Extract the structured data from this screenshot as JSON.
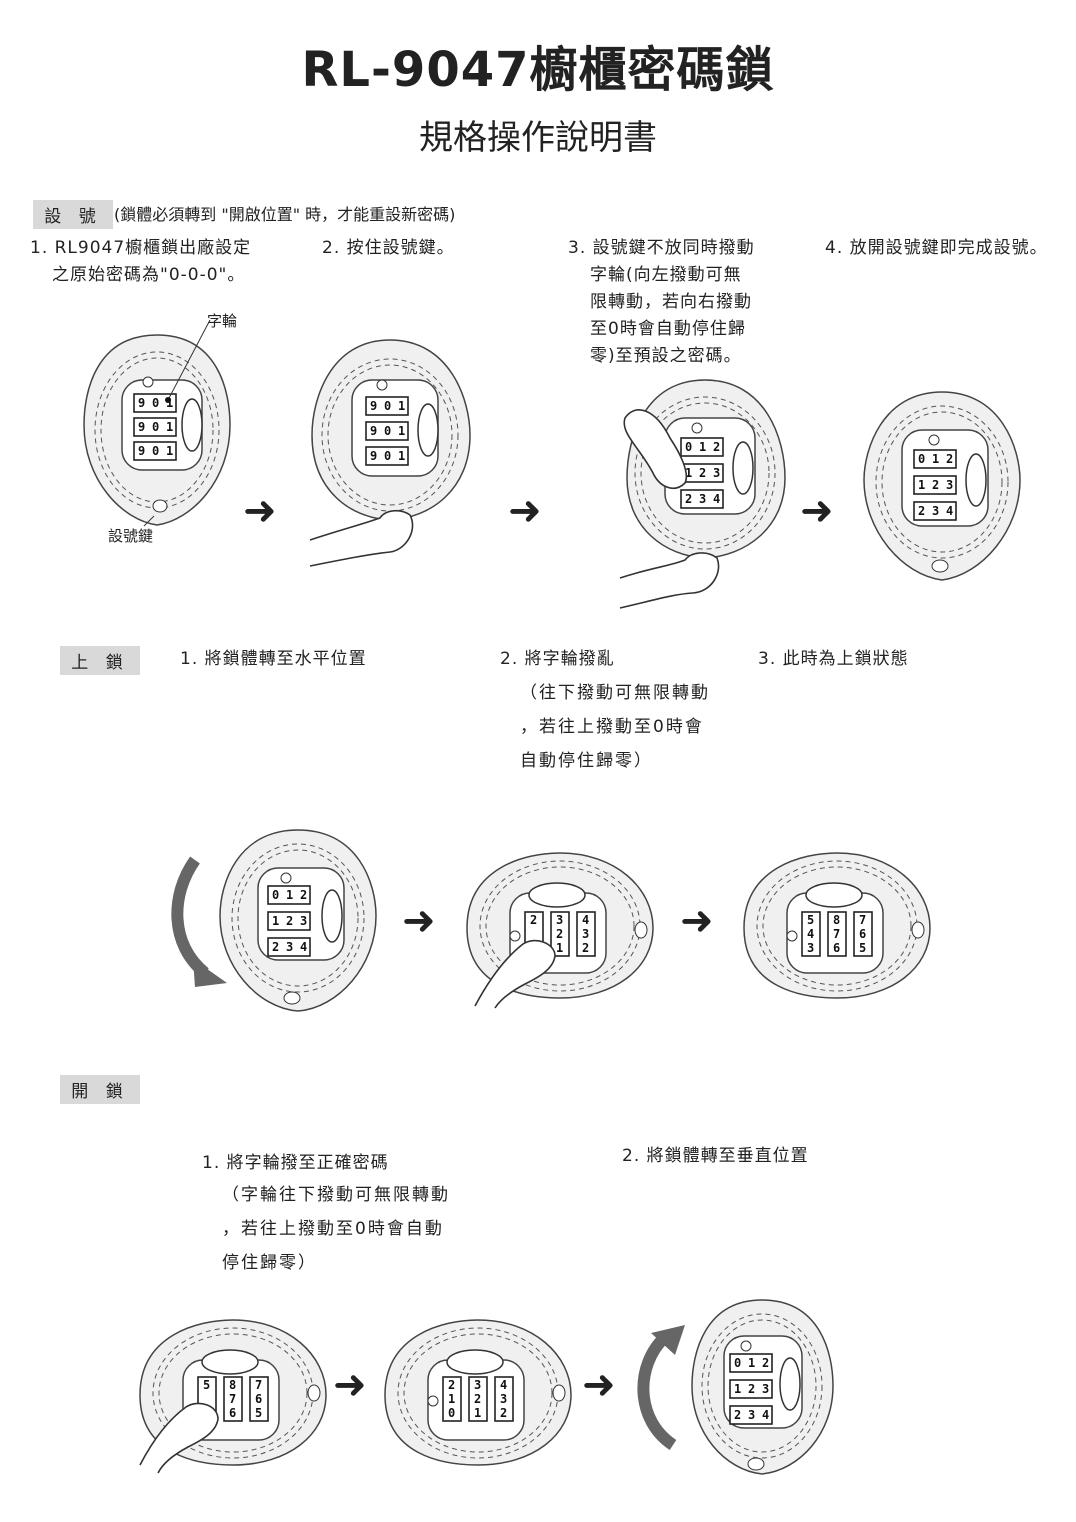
{
  "title": "RL-9047櫥櫃密碼鎖",
  "subtitle": "規格操作說明書",
  "setup": {
    "tag": "設 號",
    "note": "(鎖體必須轉到 \"開啟位置\" 時，才能重設新密碼)",
    "step1_line1": "1. RL9047櫥櫃鎖出廠設定",
    "step1_line2": "之原始密碼為\"0-0-0\"。",
    "step2": "2. 按住設號鍵。",
    "step3_line1": "3. 設號鍵不放同時撥動",
    "step3_line2": "字輪(向左撥動可無",
    "step3_line3": "限轉動，若向右撥動",
    "step3_line4": "至0時會自動停住歸",
    "step3_line5": "零)至預設之密碼。",
    "step4": "4. 放開設號鍵即完成設號。",
    "label_wheel": "字輪",
    "label_button": "設號鍵"
  },
  "lock": {
    "tag": "上 鎖",
    "step1": "1. 將鎖體轉至水平位置",
    "step2": "2. 將字輪撥亂",
    "step2_line2": "（往下撥動可無限轉動",
    "step2_line3": "，若往上撥動至0時會",
    "step2_line4": "自動停住歸零）",
    "step3": "3. 此時為上鎖狀態"
  },
  "unlock": {
    "tag": "開 鎖",
    "step1": "1. 將字輪撥至正確密碼",
    "step1_line2": "（字輪往下撥動可無限轉動",
    "step1_line3": "，若往上撥動至0時會自動",
    "step1_line4": "停住歸零）",
    "step2": "2. 將鎖體轉至垂直位置"
  },
  "arrow_glyph": "➜",
  "wheels": {
    "v0": [
      "9",
      "0",
      "1"
    ],
    "v1": [
      "0",
      "1",
      "2"
    ],
    "v2": [
      "1",
      "2",
      "3"
    ],
    "v3": [
      "2",
      "3",
      "4"
    ],
    "h_a": [
      "2",
      "1",
      "0"
    ],
    "h_b": [
      "3",
      "2",
      "1"
    ],
    "h_c": [
      "4",
      "3",
      "2"
    ],
    "h_d": [
      "5",
      "4",
      "3"
    ],
    "h_e": [
      "8",
      "7",
      "6"
    ],
    "h_f": [
      "7",
      "6",
      "5"
    ]
  }
}
